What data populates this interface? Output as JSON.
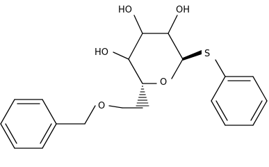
{
  "diagram": {
    "atoms": {
      "oh_top_left": "HO",
      "oh_top_right": "OH",
      "oh_left": "HO",
      "ring_oxygen": "O",
      "sulfur": "S",
      "ether_oxygen": "O"
    },
    "colors": {
      "bond": "#000000",
      "background": "#ffffff"
    }
  }
}
